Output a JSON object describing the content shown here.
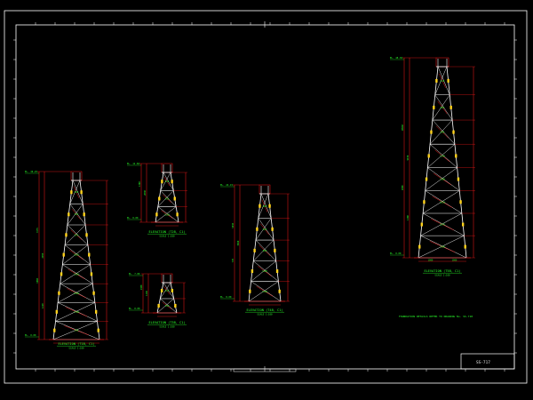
{
  "drawing": {
    "colors": {
      "background": "#000000",
      "frame": "#ffffff",
      "tower": "#ffffff",
      "dimension": "#ff1a1a",
      "text": "#2aff2a",
      "member": "#ffd21a"
    },
    "title_block": {
      "sheet_no": "SS-717"
    },
    "towers": [
      {
        "caption": "ELEVATION (T1B, C1)",
        "sub": "SCALE 1:100",
        "top_label": "EL. 30.25",
        "bottom_label": "EL. 0.00",
        "dims": [
          "7275",
          "6055",
          "1000",
          "1220"
        ],
        "panel_ticks": [
          "290",
          "550",
          "870",
          "1050",
          "1300",
          "1500",
          "1700"
        ]
      },
      {
        "caption": "ELEVATION (T2B, C1)",
        "sub": "SCALE 1:100",
        "top_label": "EL. 12.60",
        "bottom_label": "EL. 0.00",
        "dims": [
          "1300",
          "2030"
        ],
        "panel_ticks": [
          "520",
          "650",
          "1100"
        ]
      },
      {
        "caption": "ELEVATION (T3B, C1)",
        "sub": "SCALE 1:100",
        "top_label": "EL. 7.80",
        "bottom_label": "EL. 0.00",
        "dims": [
          "1300",
          "1430"
        ],
        "panel_ticks": [
          "520",
          "650"
        ]
      },
      {
        "caption": "ELEVATION (T4B, C1)",
        "sub": "SCALE 1:100",
        "top_label": "EL. 24.15",
        "bottom_label": "EL. 0.00",
        "dims": [
          "5830",
          "5060",
          "770"
        ],
        "panel_ticks": [
          "380",
          "620",
          "860",
          "1100",
          "1300"
        ]
      },
      {
        "caption": "ELEVATION (T5B, C1)",
        "sub": "SCALE 1:100",
        "top_label": "EL. 48.30",
        "bottom_label": "EL. 0.00",
        "dims": [
          "10960",
          "9870",
          "1090",
          "1300"
        ],
        "panel_ticks": [
          "410",
          "660",
          "890",
          "1140",
          "1380",
          "1630",
          "1870",
          "2100"
        ],
        "base": [
          "1000",
          "1000"
        ]
      }
    ],
    "notes": [
      "FOUNDATION DETAILS REFER TO DRAWING No. SS-718"
    ]
  }
}
